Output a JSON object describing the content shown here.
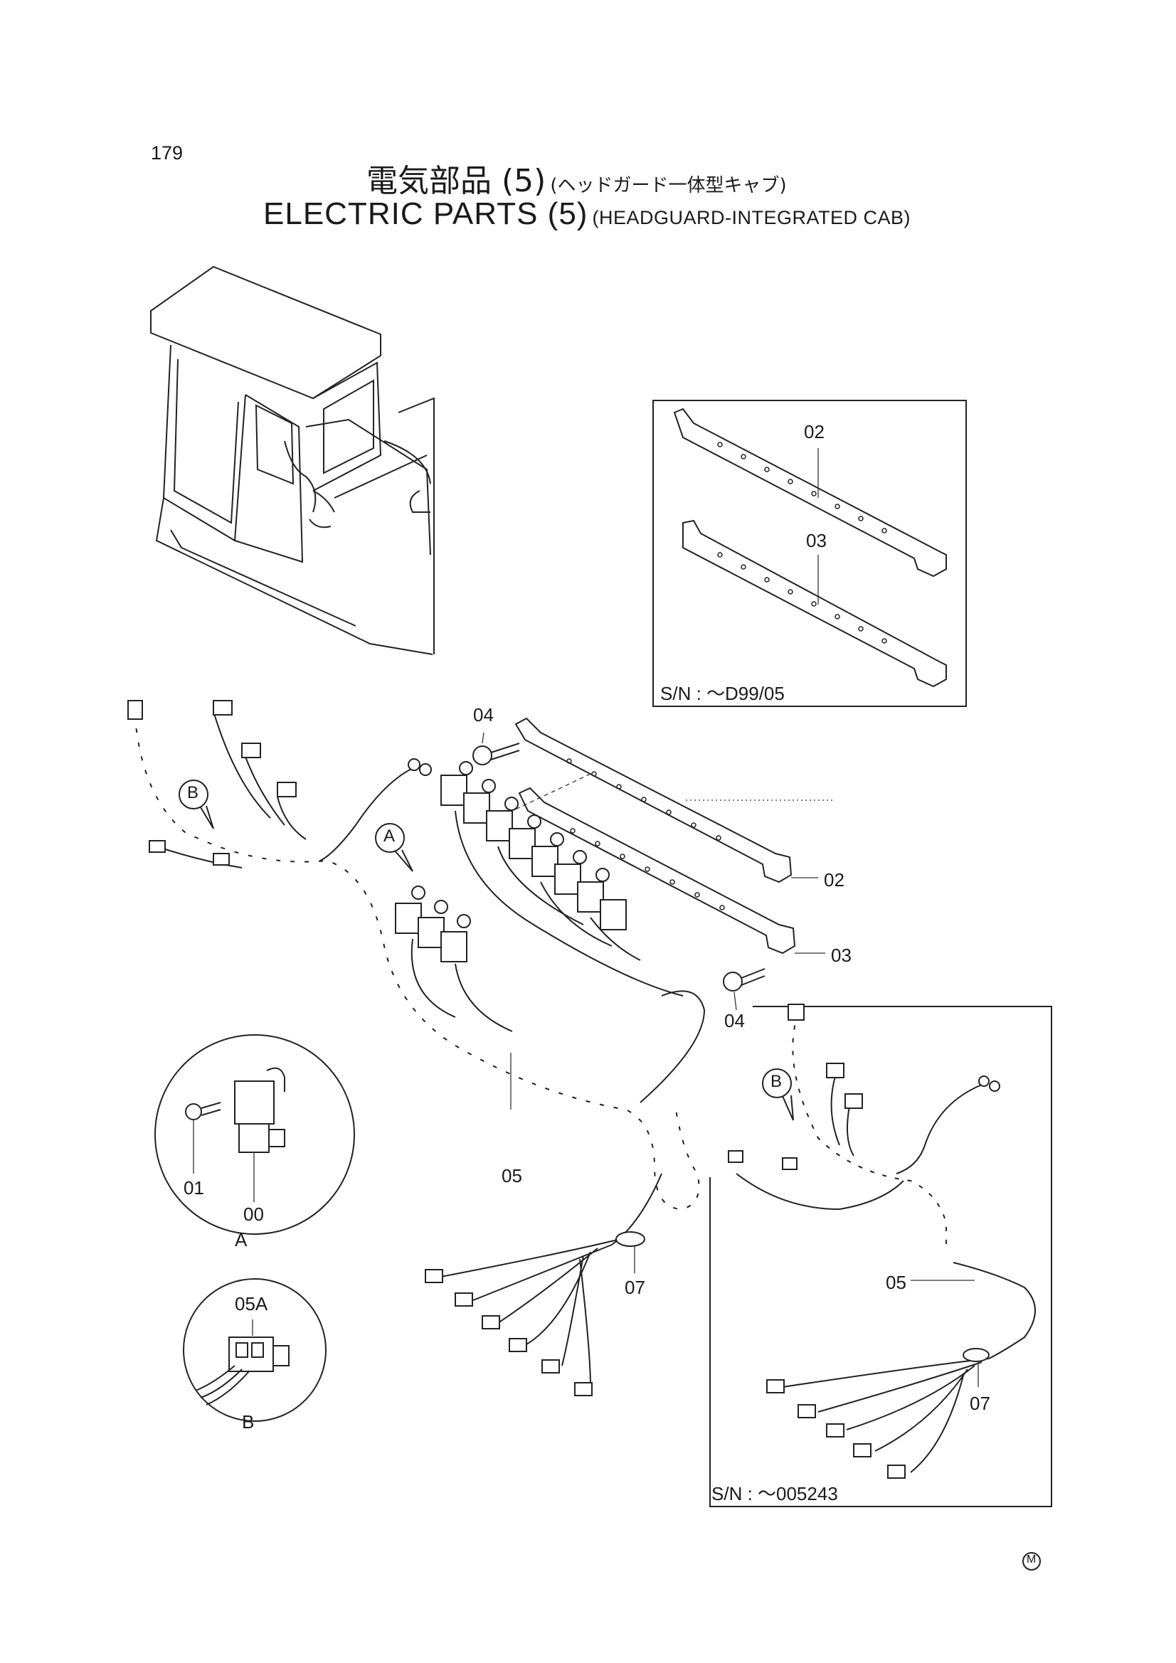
{
  "header": {
    "page_number": "179",
    "title_jp": "電気部品 (5)",
    "subtitle_jp": "(ヘッドガード一体型キャブ)",
    "title_en": "ELECTRIC PARTS (5)",
    "subtitle_en": "(HEADGUARD-INTEGRATED CAB)"
  },
  "inset_top": {
    "serial": "S/N : ～D99/05",
    "labels": [
      "02",
      "03"
    ]
  },
  "inset_bottom": {
    "serial": "S/N : ～005243",
    "labels": [
      "05",
      "07"
    ]
  },
  "main_labels": {
    "bolt_top": "04",
    "bolt_bottom": "04",
    "plate_upper": "02",
    "plate_lower": "03",
    "harness": "05",
    "clamp": "07",
    "callout_a": "A",
    "callout_b": "B"
  },
  "detail_a": {
    "bolt": "01",
    "relay": "00",
    "caption": "A"
  },
  "detail_b": {
    "connector": "05A",
    "caption": "B"
  },
  "inset_bottom_callout": "B",
  "footer_mark": "M"
}
